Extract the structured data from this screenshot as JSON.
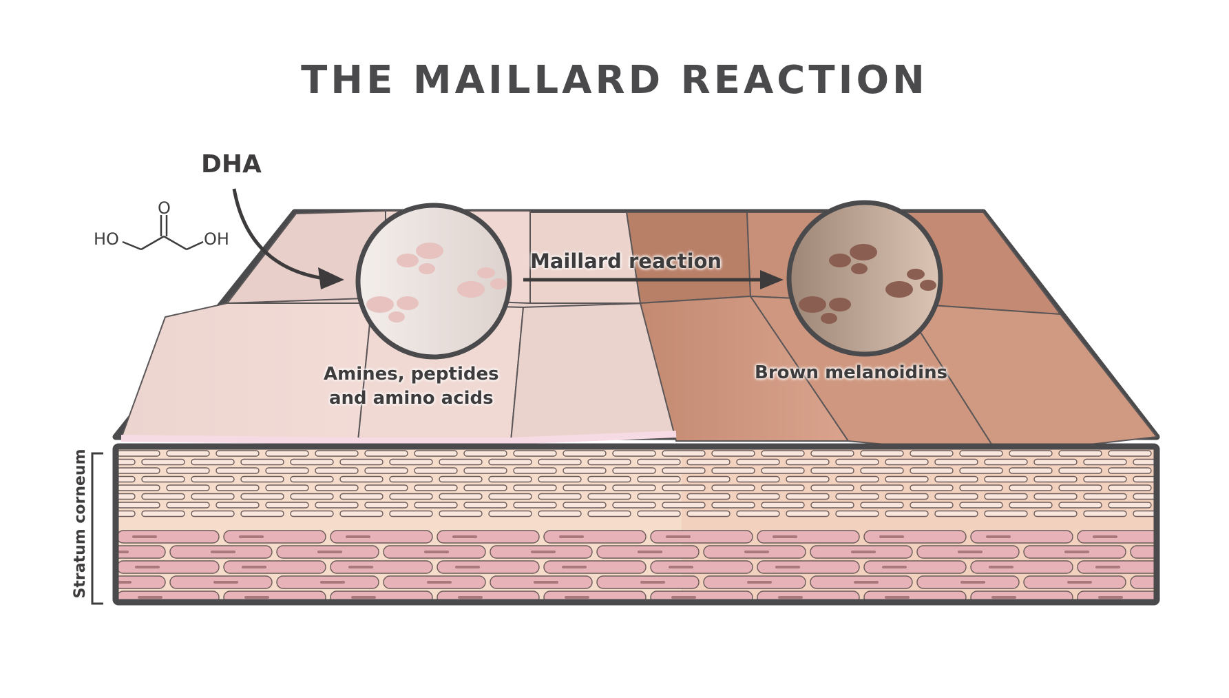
{
  "title": "THE MAILLARD REACTION",
  "labels": {
    "dha": "DHA",
    "maillard": "Maillard reaction",
    "amines_line1": "Amines, peptides",
    "amines_line2": "and amino acids",
    "brown": "Brown melanoidins",
    "stratum": "Stratum corneum"
  },
  "molecule": {
    "left_group": "HO",
    "right_group": "OH",
    "carbonyl": "O"
  },
  "colors": {
    "text": "#3d3b3c",
    "outline": "#4a4a4c",
    "untreated_skin": "#eed2cc",
    "treated_skin": "#c98f78",
    "layer_band": "#f7dccb",
    "cell_pink": "#e8b3b8"
  }
}
